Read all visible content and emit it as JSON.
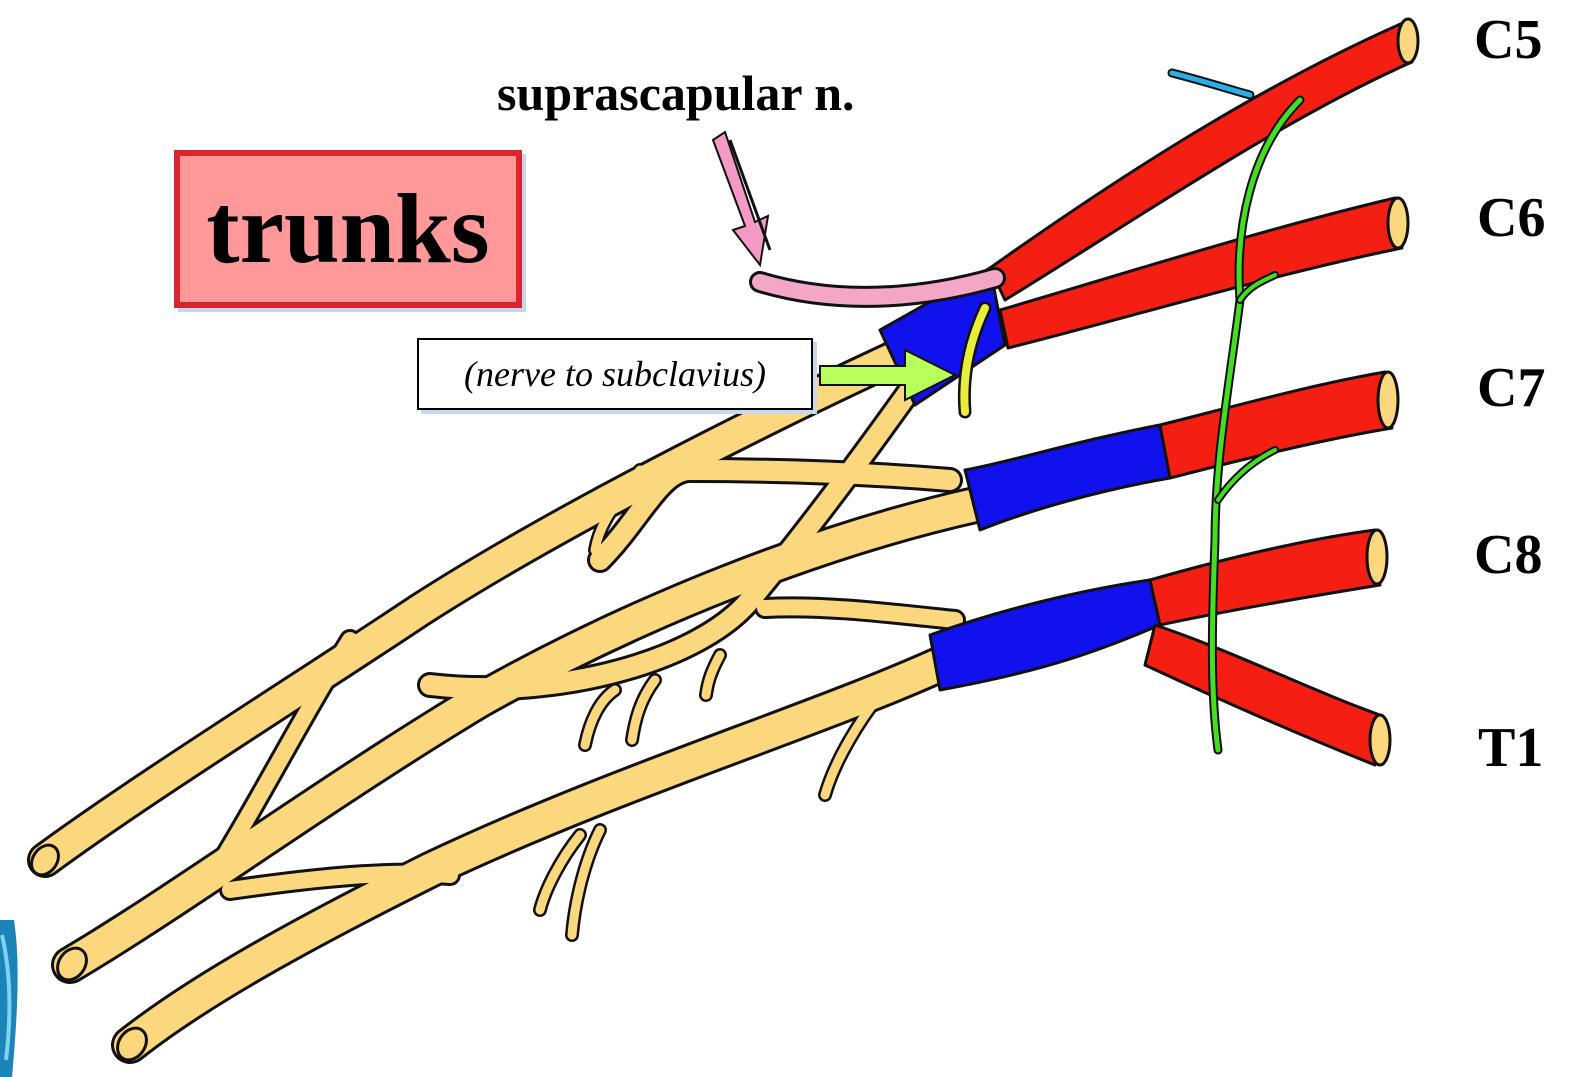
{
  "title_box": {
    "label": "trunks"
  },
  "annotations": {
    "suprascapular": "suprascapular n.",
    "subclavius": "(nerve to subclavius)"
  },
  "root_labels": [
    "C5",
    "C6",
    "C7",
    "C8",
    "T1"
  ],
  "colors": {
    "roots": "#f41e12",
    "trunks": "#1111ee",
    "branches": "#fbd87e",
    "outline": "#111111",
    "sympathetic_chain": "#44dd22",
    "suprascapular_nerve": "#f4a6c6",
    "subclavius_nerve": "#e8ec3a",
    "box_fill": "#ff9999",
    "box_border": "#d9252d"
  }
}
